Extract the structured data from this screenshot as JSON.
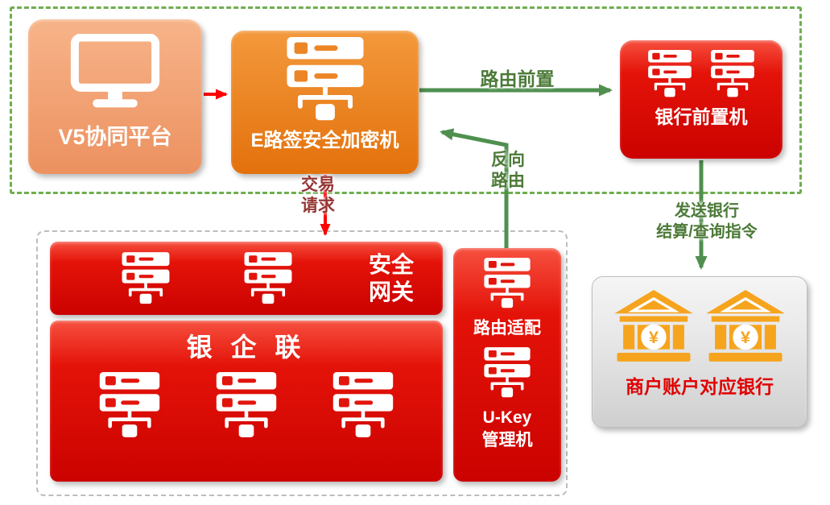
{
  "nodes": {
    "v5_platform": {
      "label": "V5协同平台",
      "icon": "monitor-icon"
    },
    "encryptor": {
      "label": "E路签安全加密机",
      "icon": "server-icon"
    },
    "bank_front": {
      "label": "银行前置机",
      "icon": "server-icon"
    },
    "security_gateway": {
      "line1": "安全",
      "line2": "网关",
      "icon": "server-icon"
    },
    "bank_enterprise_link": {
      "label": "银 企 联",
      "icon": "server-icon"
    },
    "route_adapter": {
      "label": "路由适配",
      "icon": "server-icon"
    },
    "ukey_manager": {
      "line1": "U-Key",
      "line2": "管理机",
      "icon": "server-icon"
    },
    "merchant_banks": {
      "label": "商户账户对应银行",
      "icon": "bank-icon",
      "currency_symbol": "¥"
    }
  },
  "edges": {
    "v5_to_encryptor": {
      "from": "v5_platform",
      "to": "encryptor"
    },
    "route_forward": {
      "label": "路由前置",
      "from": "encryptor",
      "to": "bank_front"
    },
    "transaction_request": {
      "line1": "交易",
      "line2": "请求",
      "from": "encryptor",
      "to": "security_gateway"
    },
    "reverse_route": {
      "line1": "反向",
      "line2": "路由",
      "from": "route_adapter",
      "to": "encryptor"
    },
    "send_instruction": {
      "line1": "发送银行",
      "line2": "结算/查询指令",
      "from": "bank_front",
      "to": "merchant_banks"
    }
  },
  "colors": {
    "arrow_green": "#4F8F4F",
    "arrow_red": "#FE0000",
    "label_green": "#4C7A38",
    "label_red": "#953735",
    "frame_green": "#6FAE4E",
    "frame_gray": "#BDBDBD",
    "merchant_red": "#E00000",
    "bank_gold": "#F6A41E"
  }
}
